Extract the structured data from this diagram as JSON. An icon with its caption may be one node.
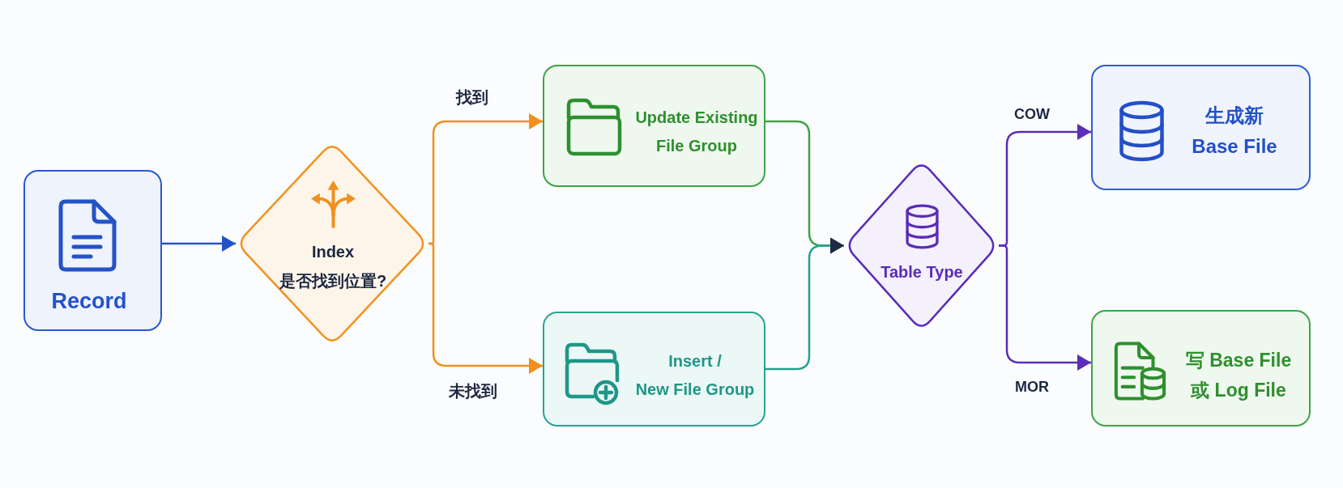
{
  "diagram": {
    "nodes": [
      {
        "text": [
          "Record"
        ]
      },
      {
        "text": [
          "Index 是否找到位置?"
        ]
      },
      {
        "text": [
          "Update Existing File Group"
        ]
      },
      {
        "text": [
          "Insert / New File Group"
        ]
      },
      {
        "text": [
          "Table Type"
        ]
      },
      {
        "text": [
          "生成新 Base File"
        ]
      },
      {
        "text": [
          "写 Base File 或 Log File"
        ]
      }
    ],
    "edges": [
      {
        "from": 0,
        "to": 1,
        "arrow": "to",
        "color": "#2453c8"
      },
      {
        "from": 1,
        "to": 2,
        "arrow": "to",
        "label": "找到",
        "color": "#f0901e"
      },
      {
        "from": 1,
        "to": 3,
        "arrow": "to",
        "label": "未找到",
        "color": "#f0901e"
      },
      {
        "from": 2,
        "to": 4,
        "arrow": "to",
        "color": "#3fa34a"
      },
      {
        "from": 3,
        "to": 4,
        "arrow": "to",
        "color": "#23a091"
      },
      {
        "from": 4,
        "to": 5,
        "arrow": "to",
        "label": "COW",
        "color": "#5b2db8"
      },
      {
        "from": 4,
        "to": 6,
        "arrow": "to",
        "label": "MOR",
        "color": "#5b2db8"
      }
    ]
  }
}
